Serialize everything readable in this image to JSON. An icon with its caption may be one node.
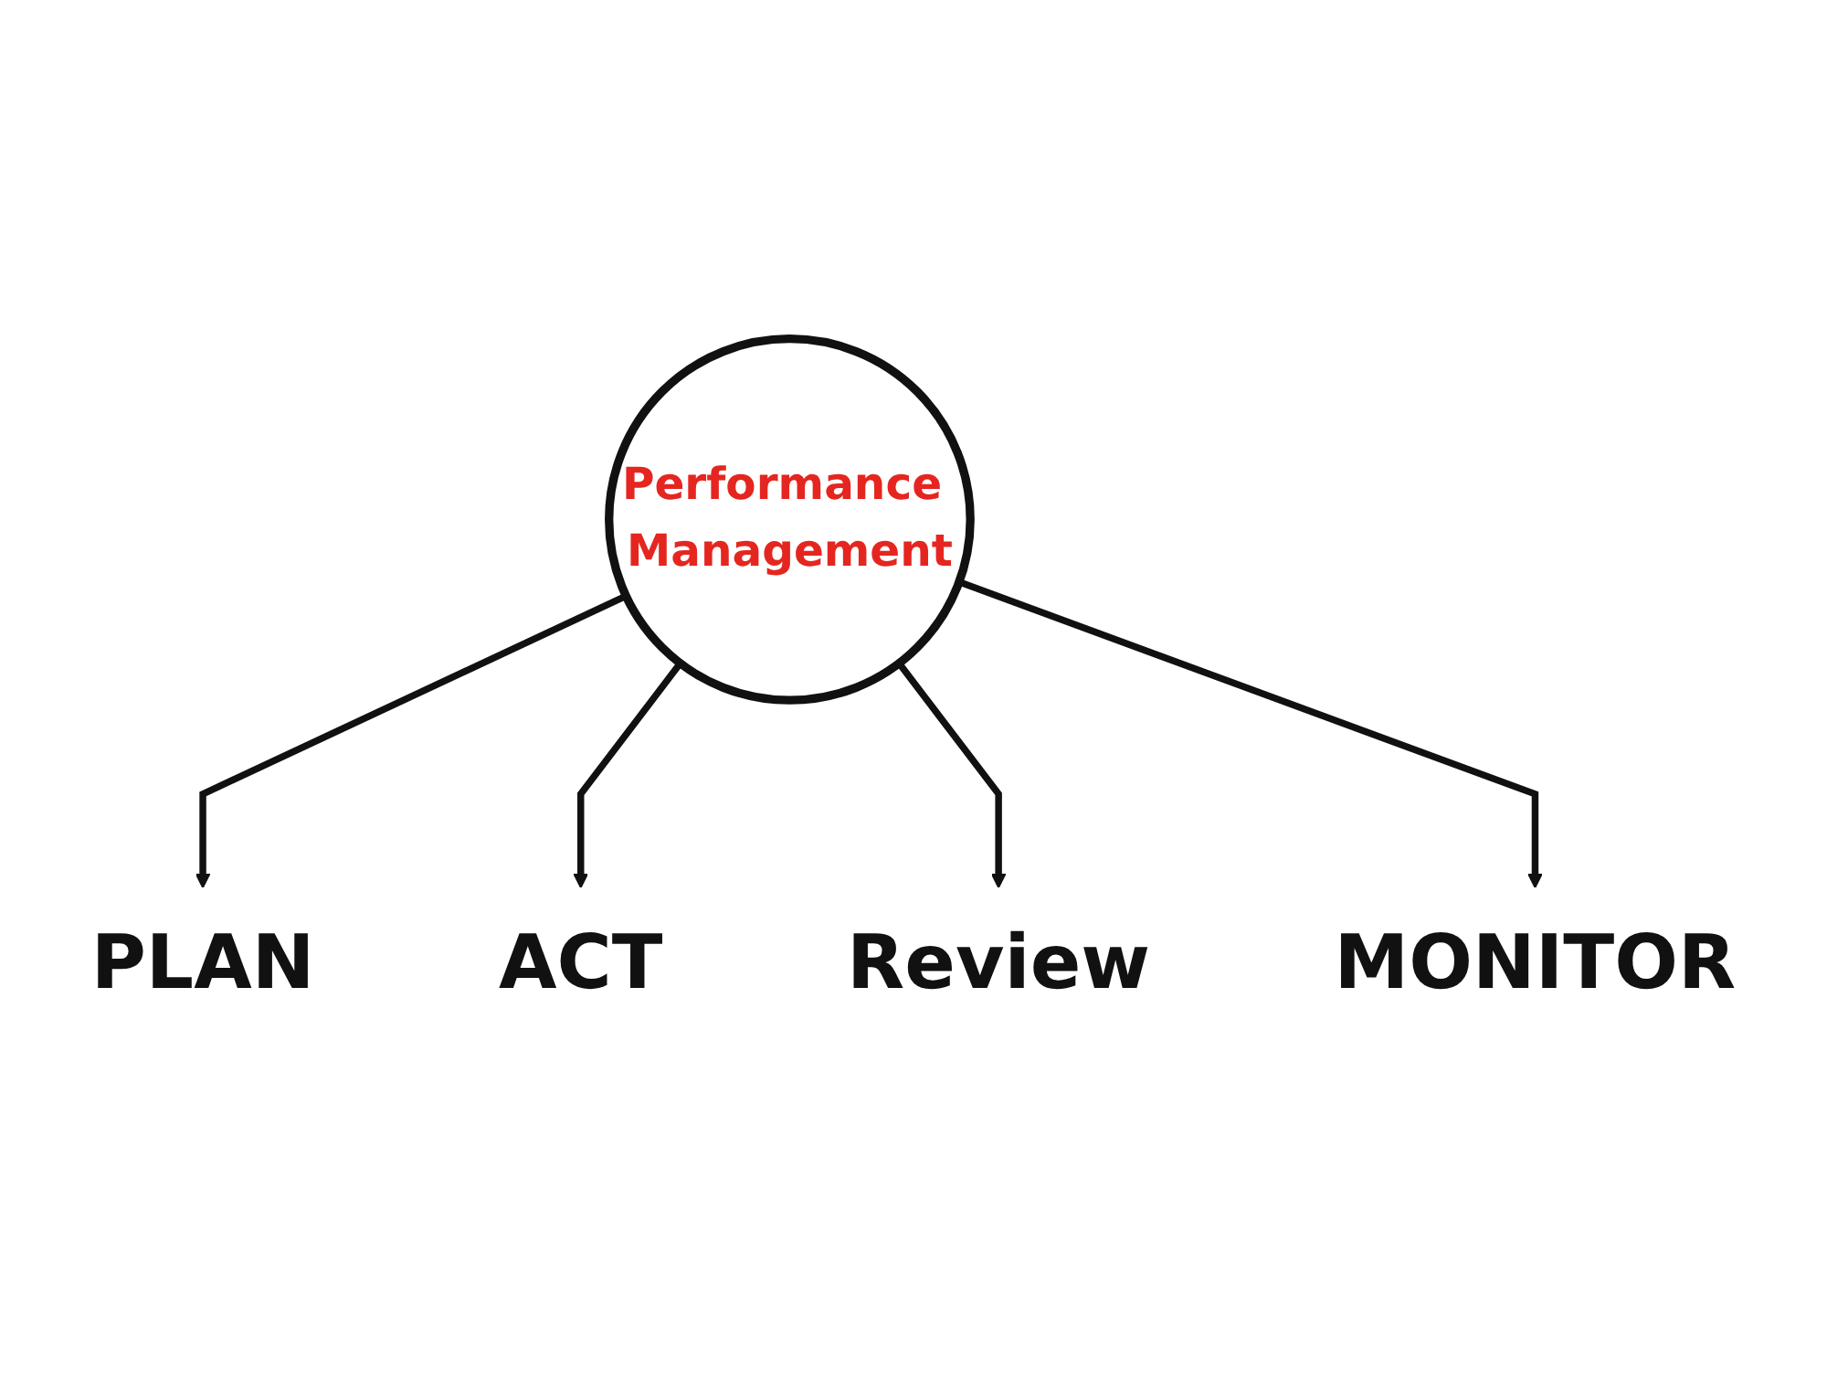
{
  "diagram": {
    "nodes": [
      {
        "text": [
          "PLAN"
        ]
      },
      {
        "text": [
          "ACT"
        ]
      },
      {
        "text": [
          "Performance Management"
        ]
      },
      {
        "text": [
          "Review"
        ]
      },
      {
        "text": [
          "MONITOR"
        ]
      }
    ],
    "edges": [
      {
        "from": 2,
        "to": 0,
        "arrow": "to"
      },
      {
        "from": 2,
        "to": 1,
        "arrow": "to"
      },
      {
        "from": 2,
        "to": 3,
        "arrow": "to"
      },
      {
        "from": 2,
        "to": 4,
        "arrow": "to"
      }
    ]
  }
}
